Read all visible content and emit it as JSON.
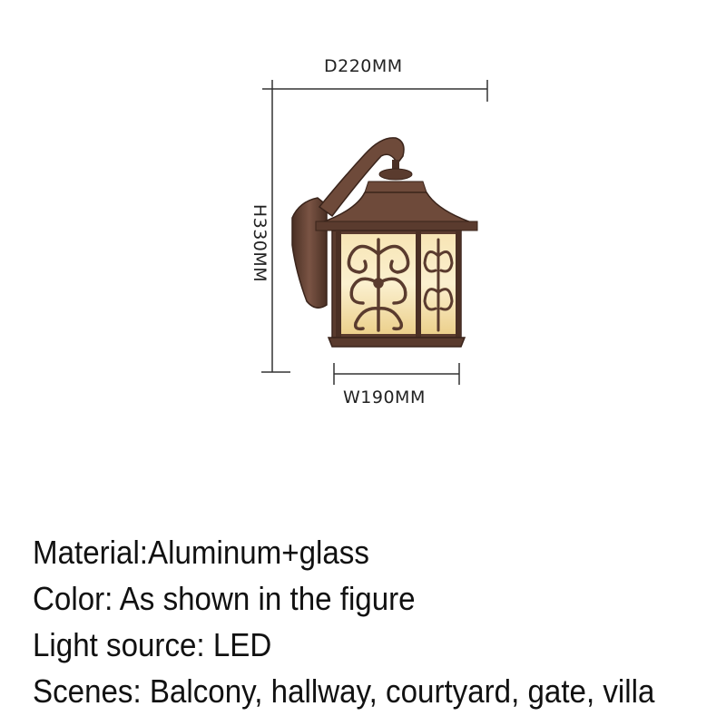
{
  "dimensions": {
    "depth_label": "D220MM",
    "height_label": "H330MM",
    "width_label": "W190MM"
  },
  "specs": [
    "Material:Aluminum+glass",
    "Color: As shown in the figure",
    "Light source: LED",
    "Scenes: Balcony, hallway, courtyard, gate, villa"
  ],
  "colors": {
    "frame": "#6e4a3a",
    "frame_dark": "#4a2f24",
    "glass": "#f2d9a0",
    "glass_glow": "#fbf0cf",
    "dimension_line": "#333333"
  }
}
